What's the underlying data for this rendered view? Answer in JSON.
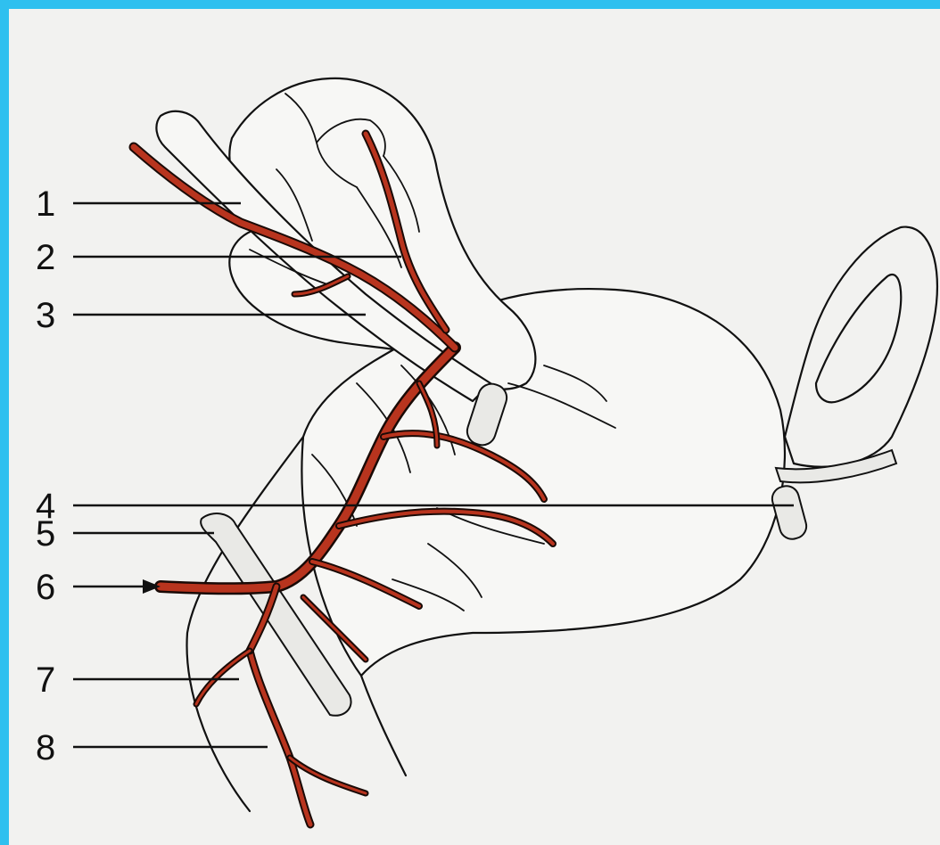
{
  "page": {
    "border_color": "#2fc0ef",
    "background_color": "#f2f2f0",
    "vessel_color": "#b8341e"
  },
  "labels": [
    {
      "number": "1"
    },
    {
      "number": "2"
    },
    {
      "number": "3"
    },
    {
      "number": "4"
    },
    {
      "number": "5"
    },
    {
      "number": "6"
    },
    {
      "number": "7"
    },
    {
      "number": "8"
    }
  ]
}
